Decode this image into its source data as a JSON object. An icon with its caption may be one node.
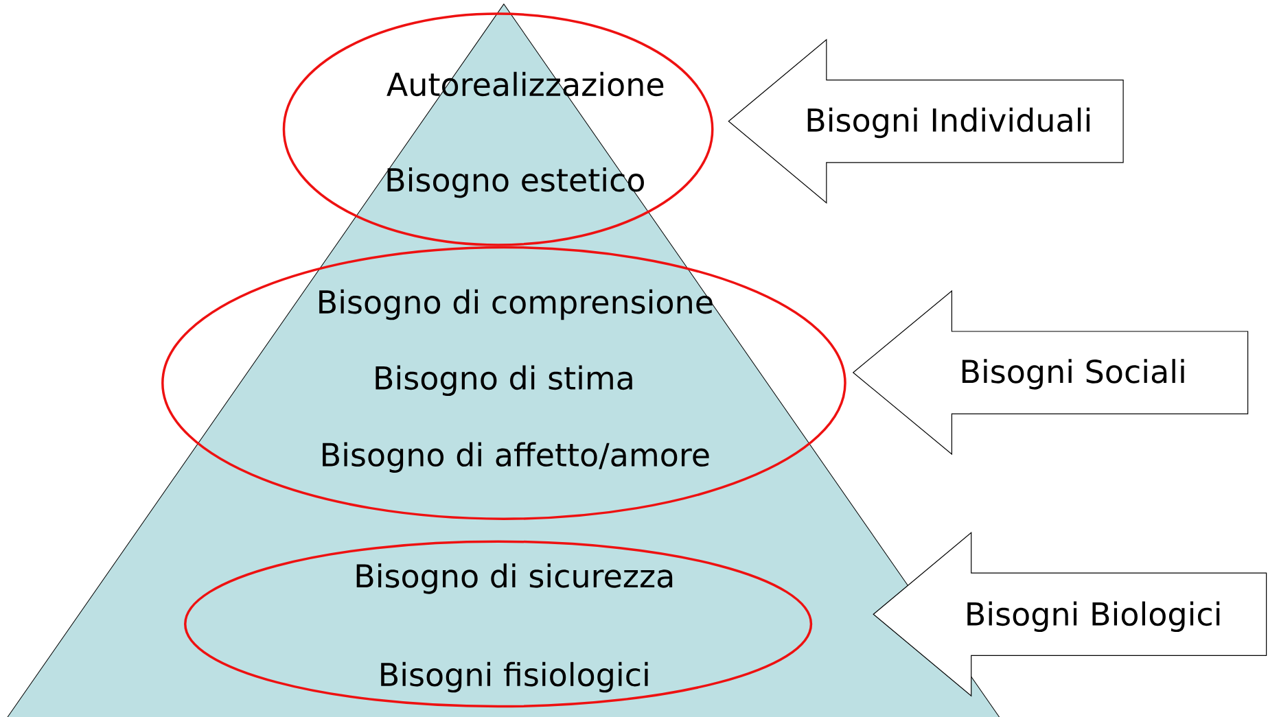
{
  "diagram": {
    "nodes": [
      {
        "text": [
          "Autorealizzazione",
          "Bisogno estetico"
        ]
      },
      {
        "text": [
          "Bisogno di comprensione",
          "Bisogno di stima",
          "Bisogno di affetto/amore"
        ]
      },
      {
        "text": [
          "Bisogno di sicurezza",
          "Bisogni fisiologici"
        ]
      },
      {
        "text": [
          "Bisogni Individuali"
        ]
      },
      {
        "text": [
          "Bisogni Sociali"
        ]
      },
      {
        "text": [
          "Bisogni Biologici"
        ]
      }
    ]
  }
}
